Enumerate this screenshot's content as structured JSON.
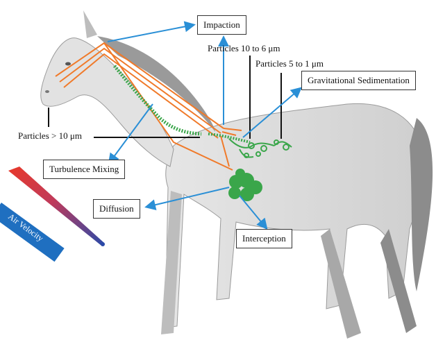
{
  "labels": {
    "impaction": "Impaction",
    "particles_10_6": "Particles 10 to 6 μm",
    "particles_5_1": "Particles 5 to 1 μm",
    "gravitational_sedimentation": "Gravitational Sedimentation",
    "particles_gt_10": "Particles > 10 μm",
    "turbulence_mixing": "Turbulence Mixing",
    "diffusion": "Diffusion",
    "interception": "Interception",
    "air_velocity": "Air Velocity"
  },
  "colors": {
    "arrow_blue": "#2a8fd6",
    "airway_orange": "#f07a2a",
    "lung_green": "#3aa64a",
    "horse_light": "#dcdcdc",
    "horse_dark": "#8c8c8c",
    "gradient_red": "#e8392a",
    "gradient_blue": "#2a4aa8",
    "badge_blue": "#1f6fc0"
  }
}
